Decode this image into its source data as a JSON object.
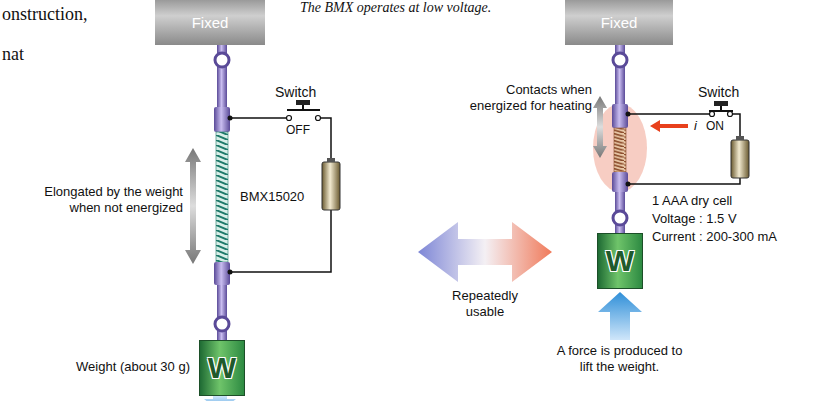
{
  "diagram": {
    "nodes": [
      {
        "text": [
          "Fixed"
        ]
      },
      {
        "text": [
          "W"
        ]
      },
      {
        "text": [
          "Fixed"
        ]
      },
      {
        "text": [
          "W"
        ]
      }
    ],
    "labels": [
      "The BMX operates at low voltage.",
      "onstruction,",
      "nat",
      "Switch",
      "OFF",
      "Elongated by the weight when not energized",
      "BMX15020",
      "Weight (about 30 g)",
      "Repeatedly usable",
      "Contacts when energized for heating",
      "Switch",
      "i",
      "ON",
      "1 AAA dry cell",
      "Voltage : 1.5 V",
      "Current : 200-300 mA",
      "A force is produced to lift the weight."
    ]
  }
}
